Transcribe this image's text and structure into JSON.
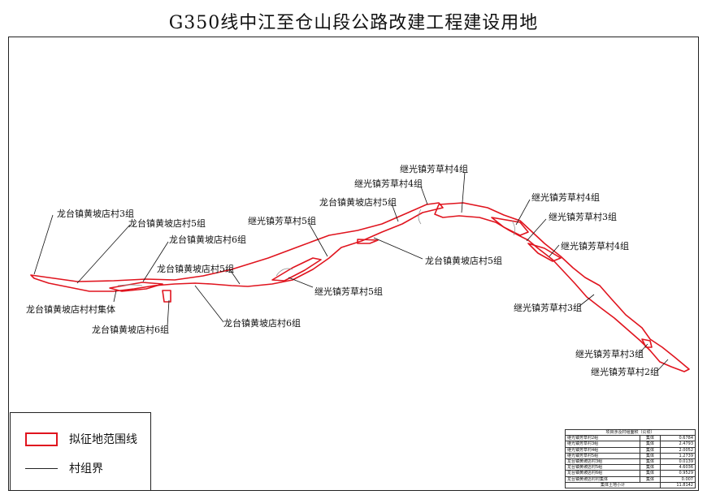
{
  "title": "G350线中江至仓山段公路改建工程建设用地",
  "labels": [
    "龙台镇黄坡店村3组",
    "龙台镇黄坡店村5组",
    "龙台镇黄坡店村6组",
    "龙台镇黄坡店村5组",
    "龙台镇黄坡店村村集体",
    "龙台镇黄坡店村6组",
    "龙台镇黄坡店村6组",
    "继光镇芳草村5组",
    "继光镇芳草村5组",
    "龙台镇黄坡店村5组",
    "继光镇芳草村4组",
    "继光镇芳草村4组",
    "龙台镇黄坡店村5组",
    "继光镇芳草村4组",
    "继光镇芳草村3组",
    "继光镇芳草村4组",
    "继光镇芳草村3组",
    "继光镇芳草村3组",
    "继光镇芳草村2组"
  ],
  "legend": {
    "boundary_label": "拟征地范围线",
    "village_label": "村组界",
    "boundary_color": "#e0141e"
  },
  "table": {
    "title": "项目涉及村组面积（公顷）",
    "rows": [
      {
        "name": "继光镇芳草村2组",
        "type": "集体",
        "value": "0.6784"
      },
      {
        "name": "继光镇芳草村3组",
        "type": "集体",
        "value": "2.4793"
      },
      {
        "name": "继光镇芳草村4组",
        "type": "集体",
        "value": "2.0052"
      },
      {
        "name": "继光镇芳草村5组",
        "type": "集体",
        "value": "1.2739"
      },
      {
        "name": "龙台镇黄坡店村3组",
        "type": "集体",
        "value": "0.0139"
      },
      {
        "name": "龙台镇黄坡店村5组",
        "type": "集体",
        "value": "4.6036"
      },
      {
        "name": "龙台镇黄坡店村6组",
        "type": "集体",
        "value": "0.9529"
      },
      {
        "name": "龙台镇黄坡店村村集体",
        "type": "集体",
        "value": "0.007"
      }
    ],
    "total_label": "集体土地小计",
    "total_value": "11.8142"
  }
}
